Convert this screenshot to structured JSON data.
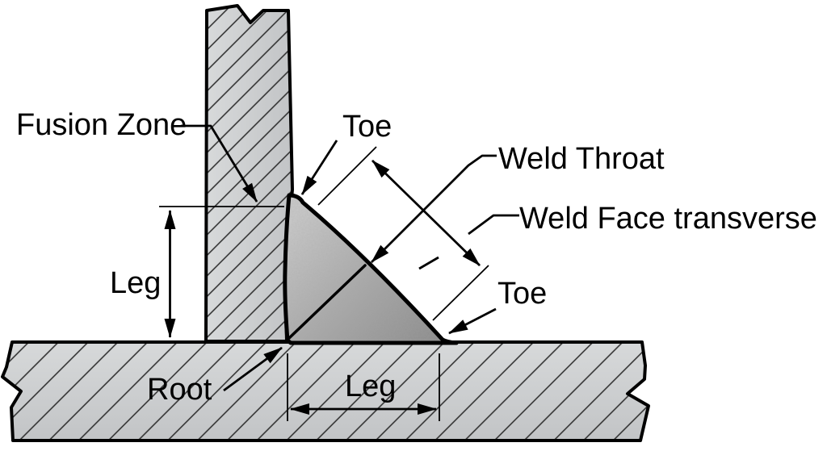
{
  "diagram": {
    "type": "fillet-weld-cross-section",
    "labels": {
      "fusion_zone": "Fusion Zone",
      "toe_top": "Toe",
      "weld_throat": "Weld Throat",
      "weld_face_transverse": "Weld Face transverse",
      "toe_bottom": "Toe",
      "leg_left": "Leg",
      "root": "Root",
      "leg_bottom": "Leg"
    },
    "colors": {
      "background": "#ffffff",
      "line": "#000000",
      "hatch-line": "#2a2a2a",
      "plate-light": "#d7d9da",
      "plate-dark": "#c2c4c6",
      "weld-light": "#c9c9c9",
      "weld-mid": "#a8a8a8",
      "weld-dark": "#8a8a8a"
    }
  }
}
